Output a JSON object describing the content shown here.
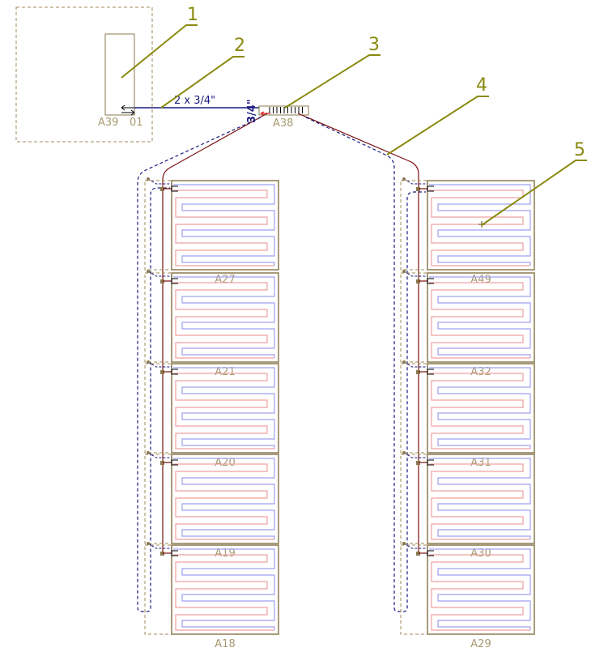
{
  "diagram": {
    "title": "Underfloor heating panel layout",
    "colors": {
      "outline": "#8b7a50",
      "label": "#a89a72",
      "callout": "#8a8a10",
      "supply": "#7a0f0f",
      "return": "#1a1a80",
      "loop_warm": "#f0a0a0",
      "loop_cool": "#a0a0f0",
      "manifold_arrow": "#e02020"
    },
    "source_unit": {
      "label": "A39",
      "port_label": "01"
    },
    "manifold": {
      "label": "A38"
    },
    "pipe_labels": {
      "main": "2 x 3/4\"",
      "vertical": "3/4\""
    },
    "callouts": [
      {
        "number": "1",
        "target": "source-unit"
      },
      {
        "number": "2",
        "target": "main-pipe"
      },
      {
        "number": "3",
        "target": "manifold"
      },
      {
        "number": "4",
        "target": "supply-line-right"
      },
      {
        "number": "5",
        "target": "panel-A49-center"
      }
    ],
    "left_column": {
      "panels": [
        {
          "label": "A27"
        },
        {
          "label": "A21"
        },
        {
          "label": "A20"
        },
        {
          "label": "A19"
        },
        {
          "label": "A18"
        }
      ]
    },
    "right_column": {
      "panels": [
        {
          "label": "A49"
        },
        {
          "label": "A32"
        },
        {
          "label": "A31"
        },
        {
          "label": "A30"
        },
        {
          "label": "A29"
        }
      ]
    }
  }
}
